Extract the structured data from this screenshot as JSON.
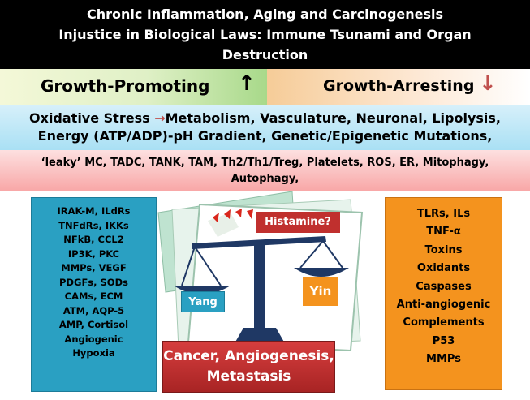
{
  "title": {
    "line1": "Chronic Inflammation, Aging and Carcinogenesis",
    "line2": "Injustice in Biological Laws: Immune Tsunami and Organ",
    "line3": "Destruction"
  },
  "growth": {
    "promoting_label": "Growth-Promoting",
    "promoting_arrow": "↑",
    "arresting_label": "Growth-Arresting",
    "arresting_arrow": "↓"
  },
  "oxidative": {
    "prefix": "Oxidative Stress",
    "arrow": "→",
    "line1_rest": "Metabolism, Vasculature, Neuronal, Lipolysis,",
    "line2": "Energy (ATP/ADP)-pH Gradient, Genetic/Epigenetic Mutations,"
  },
  "leaky": {
    "line1": "‘leaky’ MC, TADC, TANK, TAM, Th2/Th1/Treg, Platelets, ROS, ER, Mitophagy,",
    "line2": "Autophagy,"
  },
  "left_factors": [
    "IRAK-M, ILdRs",
    "TNFdRs, IKKs",
    "NFkB, CCL2",
    "IP3K, PKC",
    "MMPs, VEGF",
    "PDGFs, SODs",
    "CAMs, ECM",
    "ATM, AQP-5",
    "AMP, Cortisol",
    "Angiogenic",
    "Hypoxia"
  ],
  "right_factors": [
    "TLRs, ILs",
    "TNF-α",
    "Toxins",
    "Oxidants",
    "Caspases",
    "Anti-angiogenic",
    "Complements",
    "P53",
    "MMPs"
  ],
  "scale": {
    "histamine": "Histamine?",
    "yang": "Yang",
    "yin": "Yin"
  },
  "outcome": {
    "line1": "Cancer, Angiogenesis,",
    "line2": "Metastasis"
  },
  "colors": {
    "title_bg": "#000000",
    "blue_box": "#2aa0c2",
    "orange_box": "#f4931e",
    "red_box": "#c0302e",
    "scale_navy": "#1f3864"
  }
}
